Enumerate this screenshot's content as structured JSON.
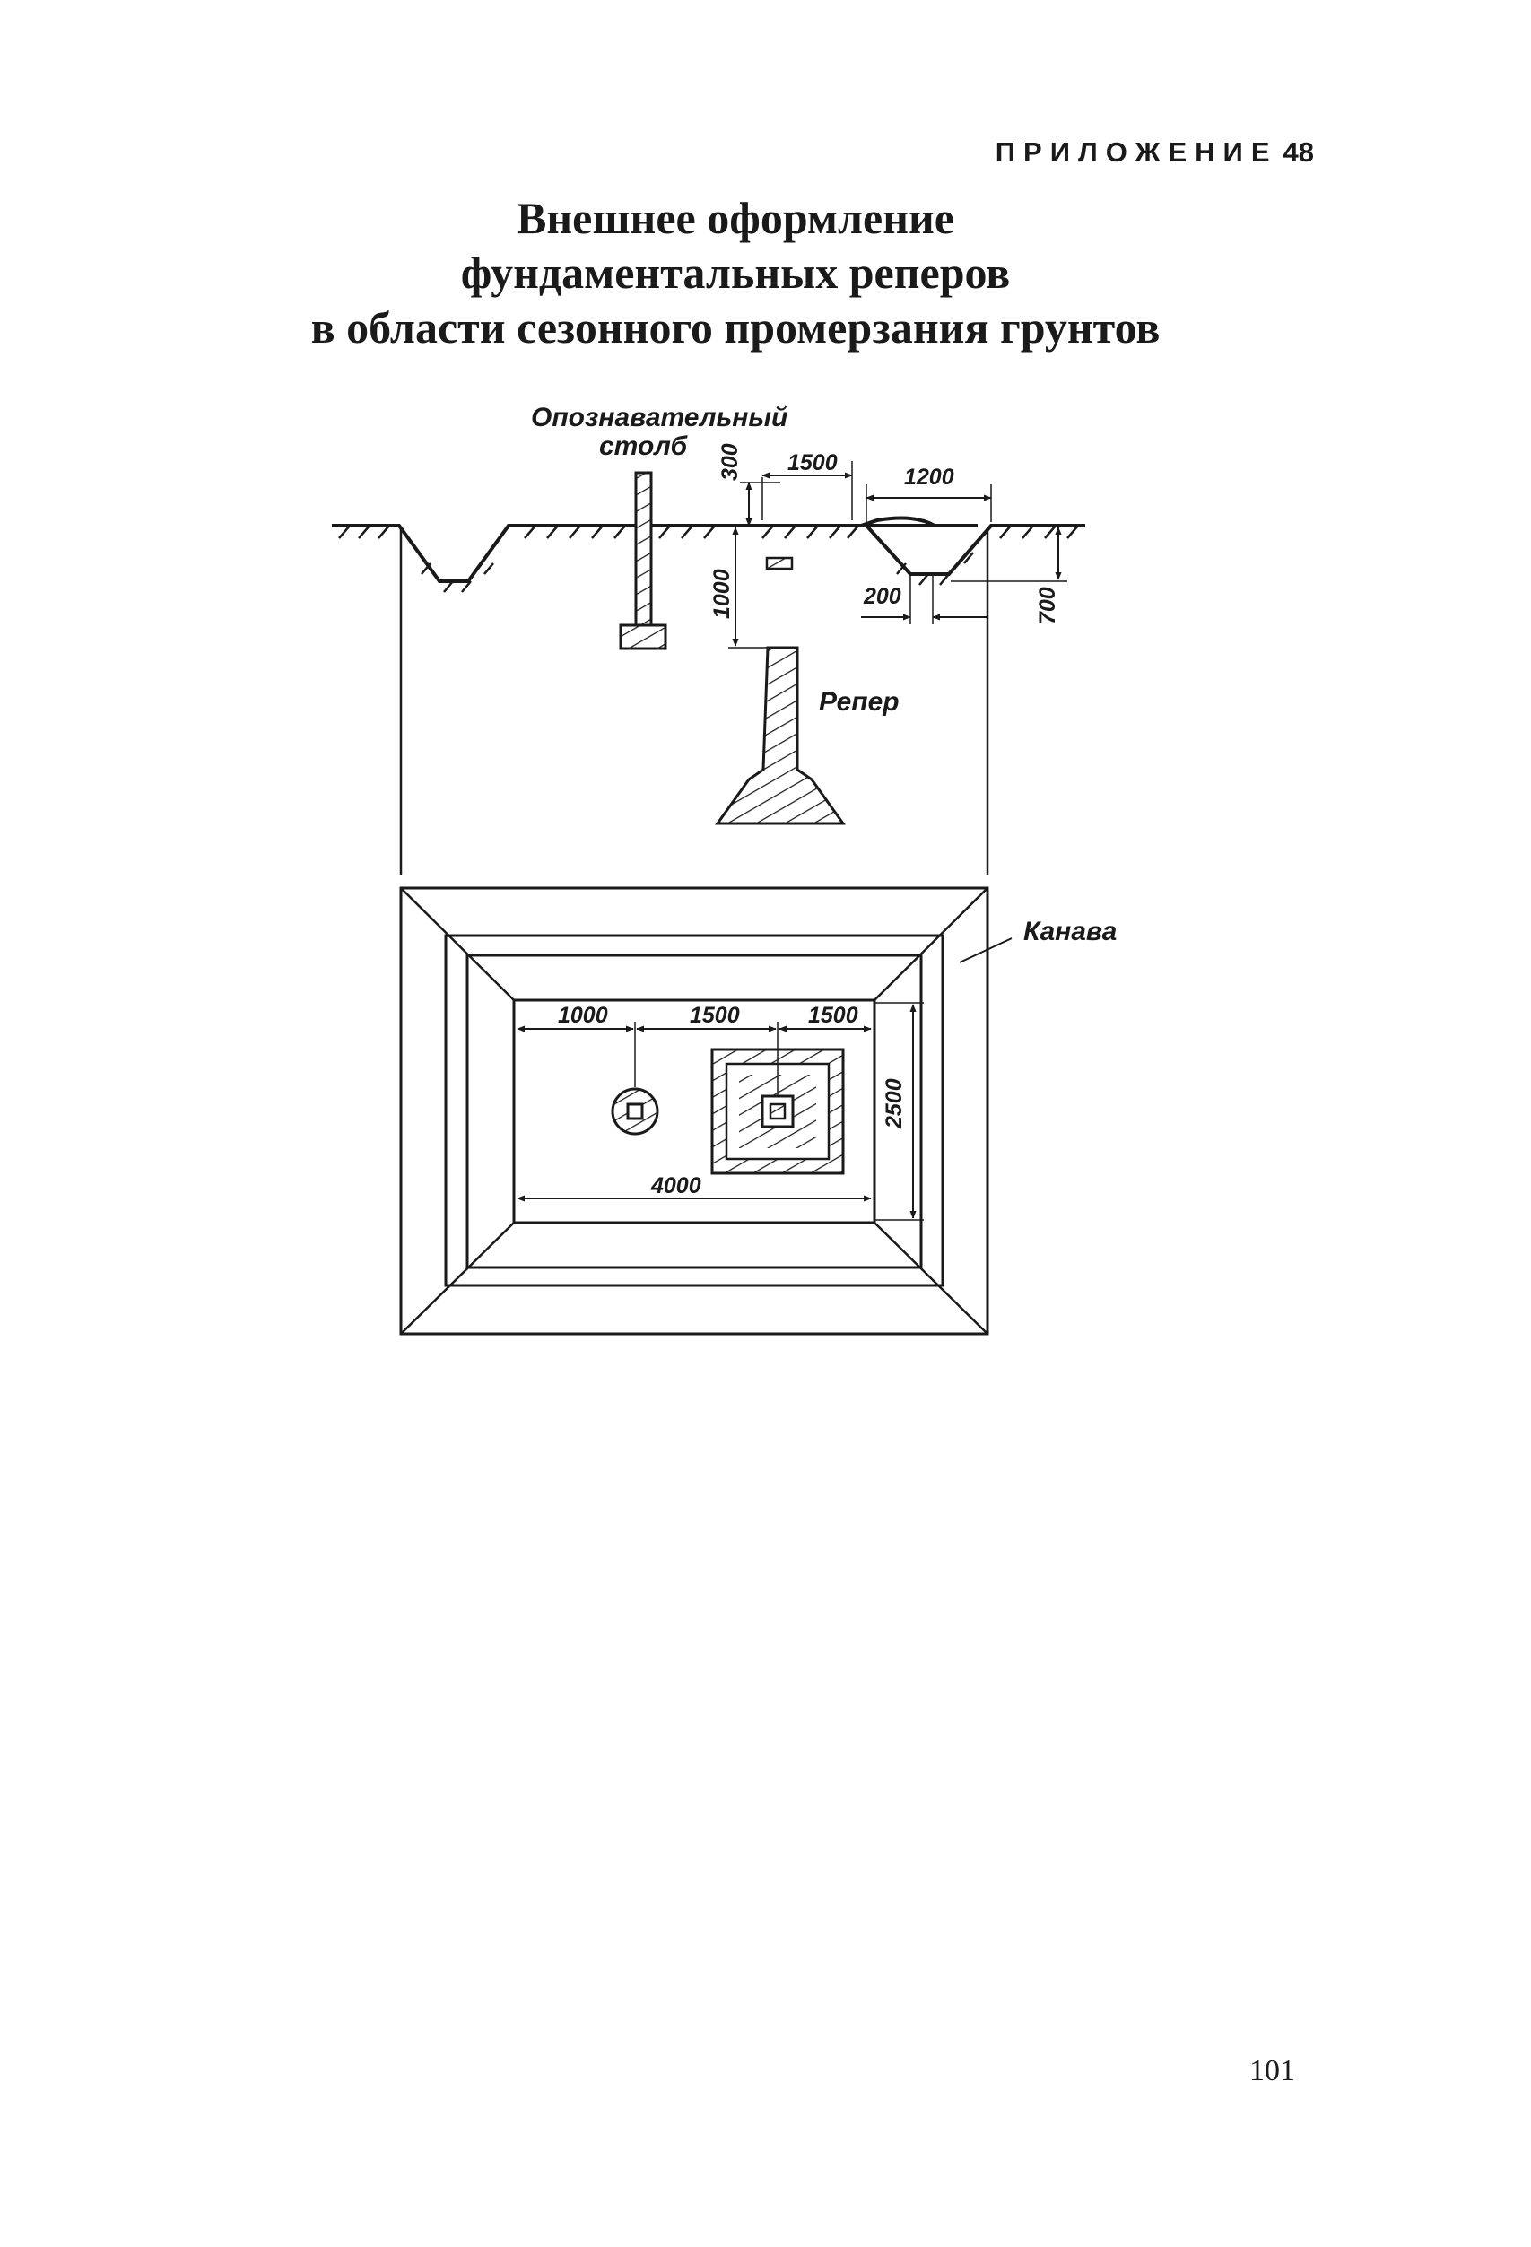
{
  "header": {
    "appendix_label": "ПРИЛОЖЕНИЕ",
    "appendix_number": "48"
  },
  "title": {
    "line1": "Внешнее оформление",
    "line2": "фундаментальных реперов",
    "line3": "в области сезонного промерзания грунтов"
  },
  "section_view": {
    "labels": {
      "post": [
        "Опознавательный",
        "столб"
      ],
      "benchmark": "Репер"
    },
    "dimensions": {
      "mound_height": "300",
      "mound_width": "1500",
      "ditch_top_width": "1200",
      "depth": "1000",
      "ditch_bottom_width": "200",
      "ditch_depth": "700"
    }
  },
  "plan_view": {
    "labels": {
      "ditch": "Канава"
    },
    "dimensions": {
      "post_offset": "1000",
      "marker_offset": "1500",
      "edge_offset": "1500",
      "inner_width": "4000",
      "inner_height": "2500"
    }
  },
  "footer": {
    "page_number": "101"
  },
  "colors": {
    "ink": "#1a1a1a",
    "paper": "#ffffff"
  }
}
